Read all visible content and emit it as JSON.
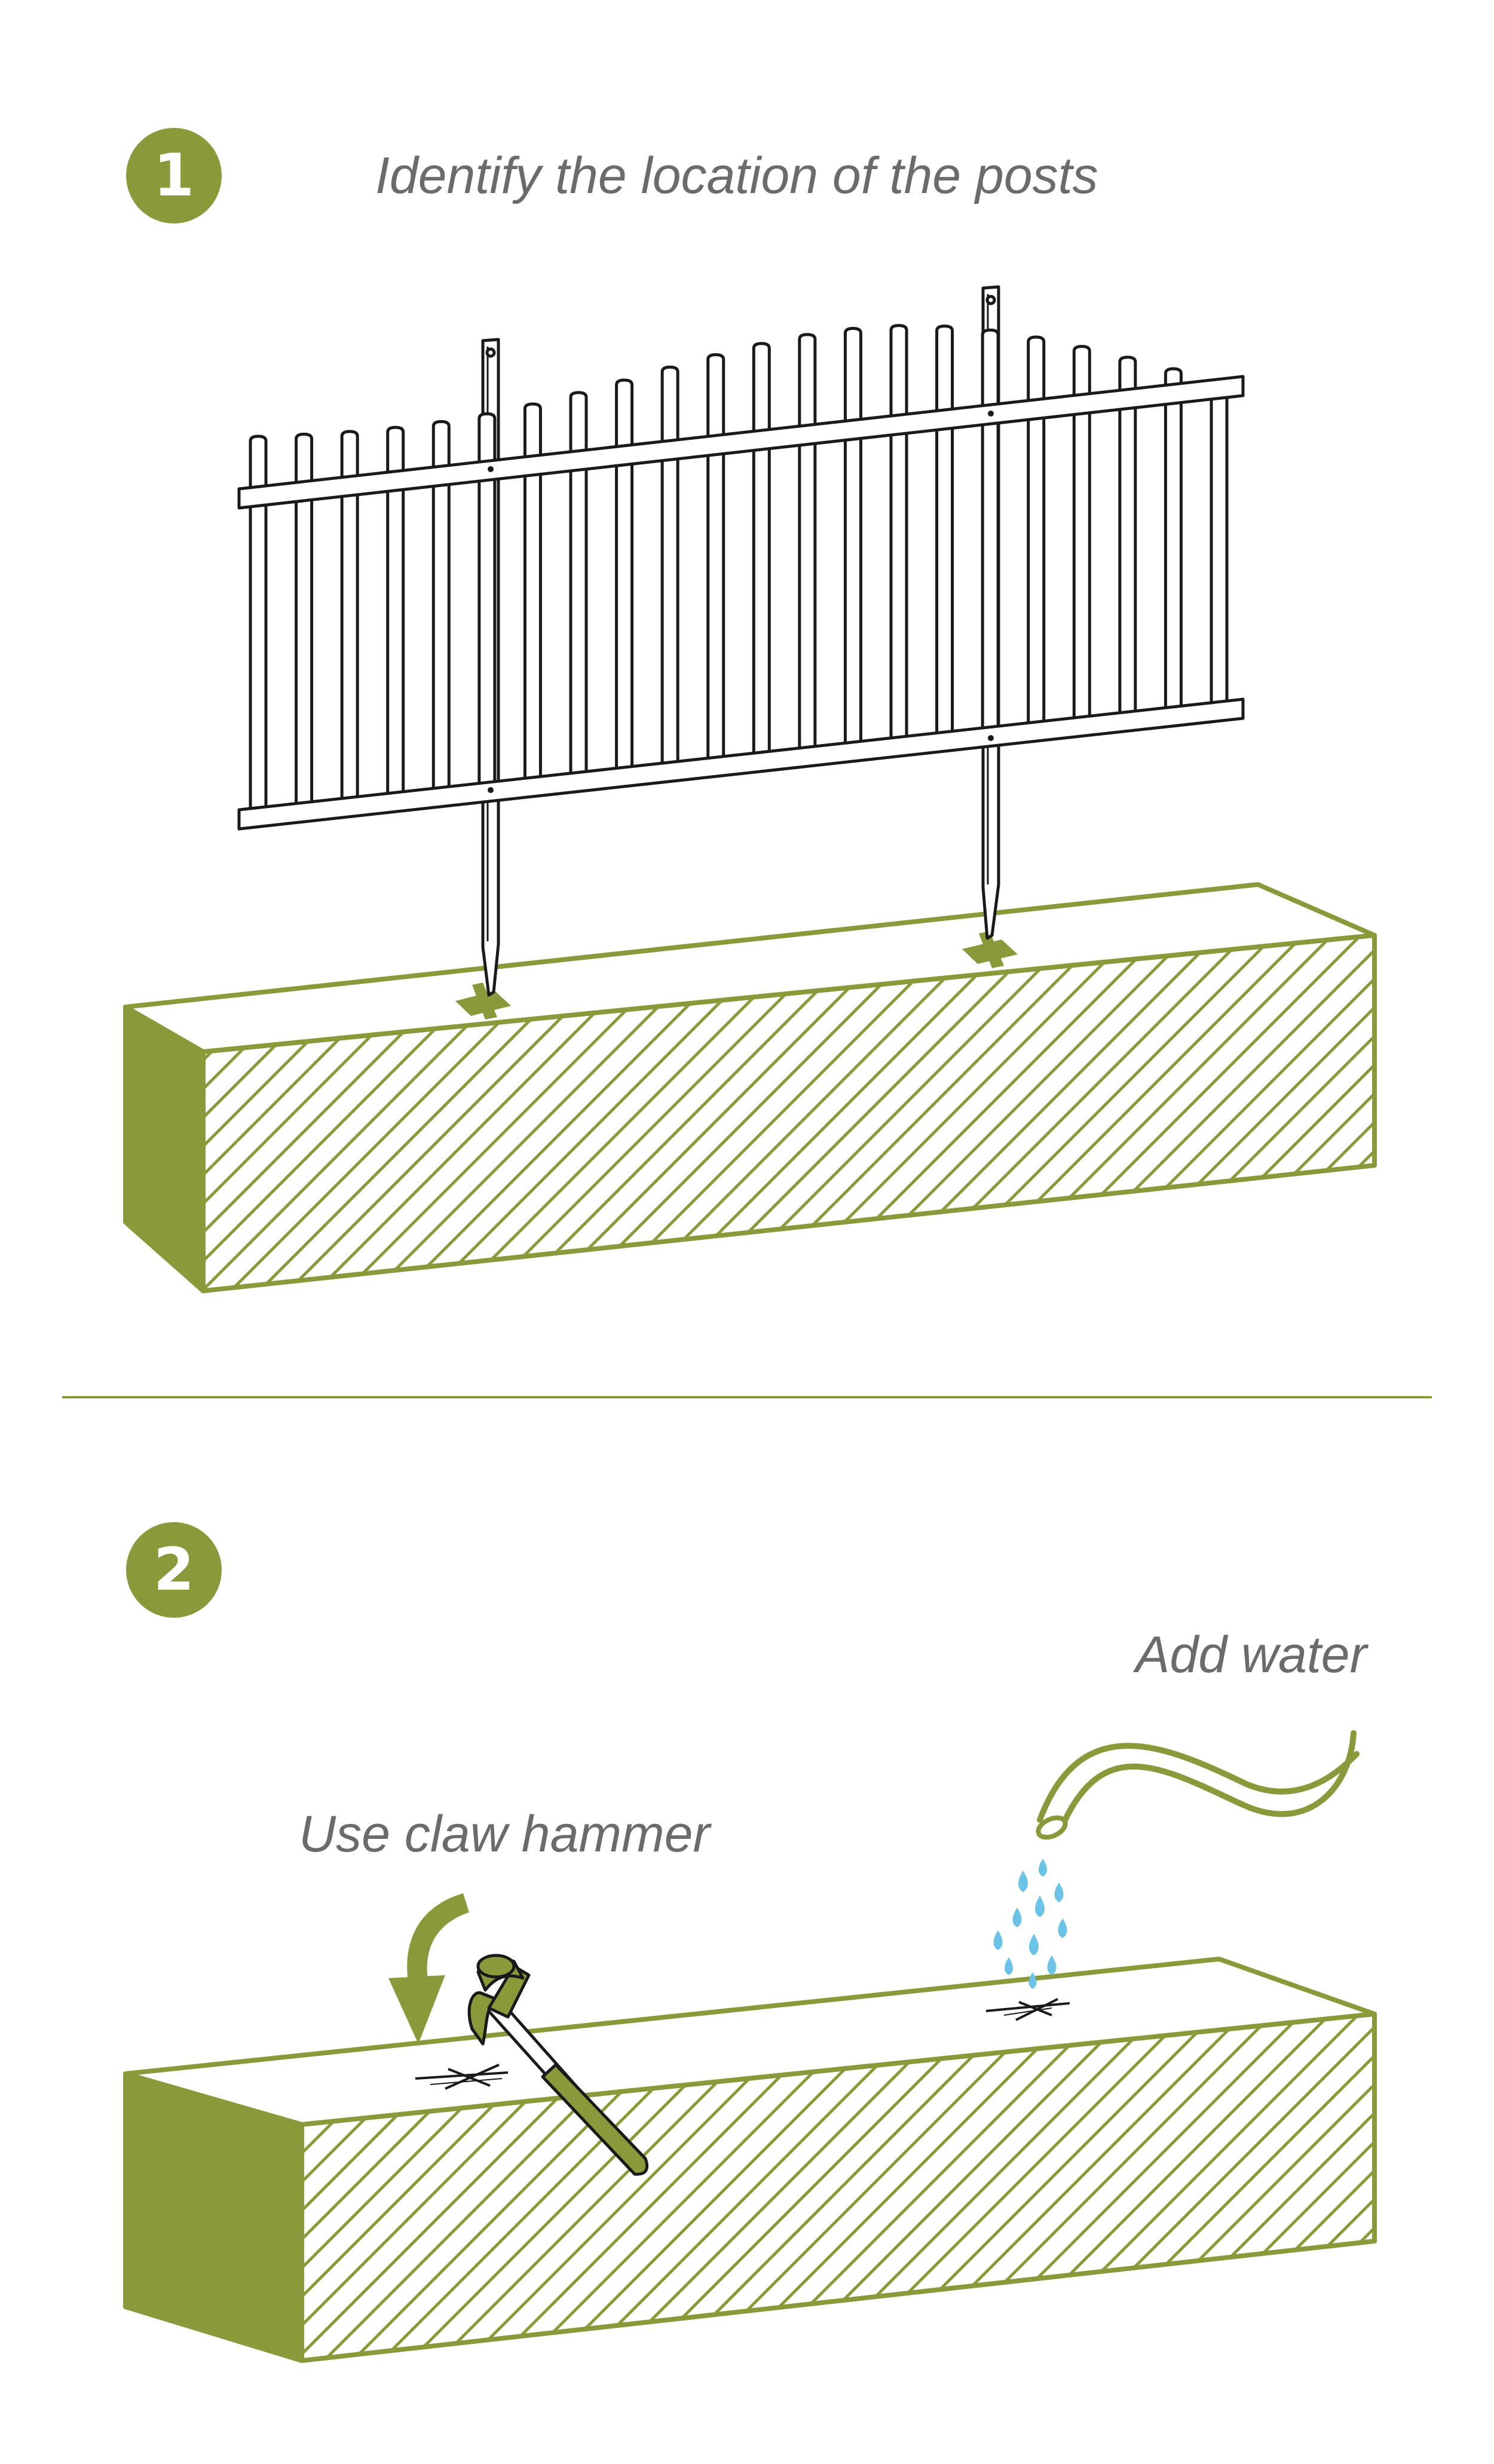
{
  "steps": [
    {
      "number": "1",
      "caption": "Identify the location of the posts"
    },
    {
      "number": "2",
      "captions": {
        "water": "Add water",
        "hammer": "Use claw hammer"
      }
    }
  ],
  "colors": {
    "accent": "#8a9a3b",
    "line": "#1a1a1a",
    "water": "#6cc3e8",
    "text": "#6b6b6b"
  },
  "icons": [
    "fence-panel",
    "ground-block",
    "placement-cross",
    "claw-hammer-icon",
    "hose-icon",
    "water-drop-icon",
    "curved-arrow-icon"
  ]
}
